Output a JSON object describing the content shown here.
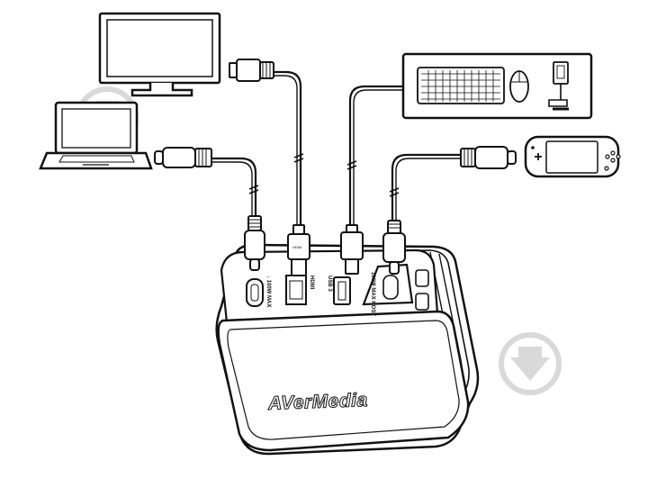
{
  "brand": {
    "logo_text": "AVerMedia"
  },
  "ports": [
    {
      "id": "usb-c-in",
      "label": "↓ 100W MAX"
    },
    {
      "id": "hdmi",
      "label": "HDMI"
    },
    {
      "id": "usb3",
      "label": "USB 3"
    },
    {
      "id": "usb-c-host",
      "label": "100W MAX HOST"
    }
  ],
  "plugs": {
    "hdmi_plug_label": "HDMI"
  },
  "devices": [
    "monitor",
    "laptop",
    "keyboard-mouse-dongle",
    "handheld-console"
  ],
  "watermark": {
    "icon": "download-arrow-icon"
  },
  "colors": {
    "line": "#111111",
    "watermark": "#d9d9d9",
    "background": "#ffffff"
  }
}
